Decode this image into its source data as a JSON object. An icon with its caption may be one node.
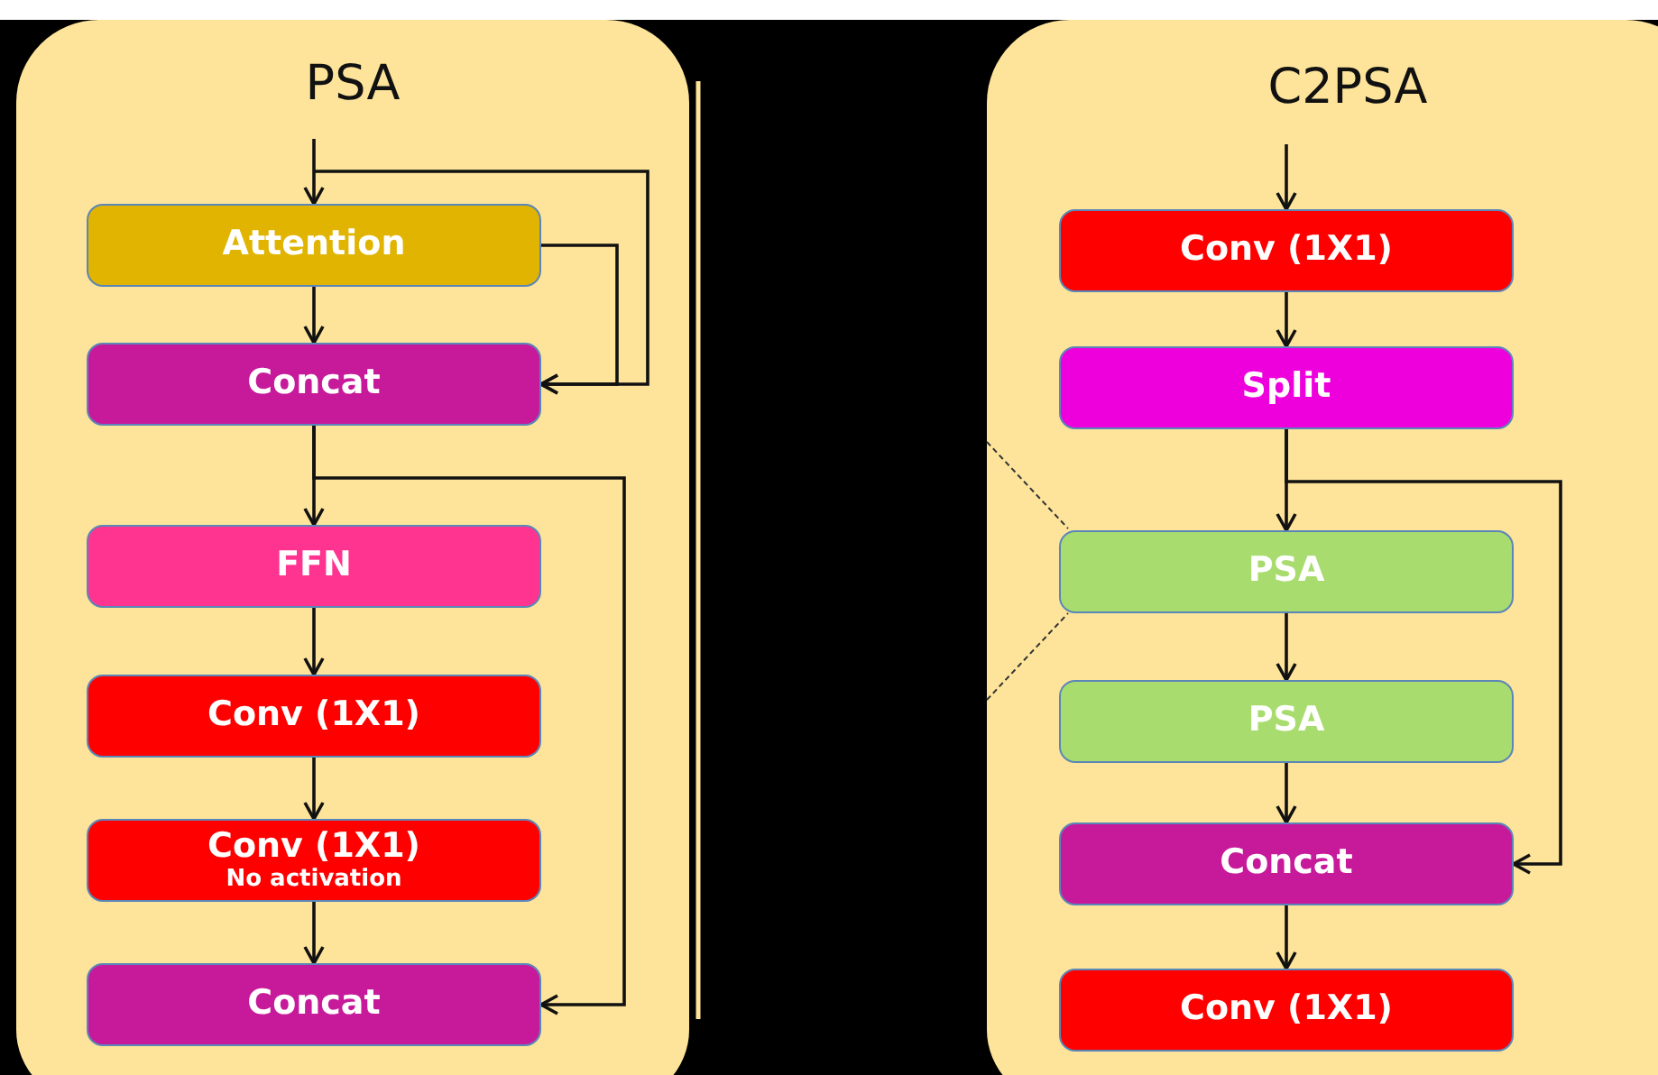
{
  "diagram": {
    "nodes": [
      {
        "text": [
          "PSA"
        ]
      },
      {
        "text": [
          "Attention"
        ],
        "in": 0
      },
      {
        "text": [
          "Concat"
        ],
        "in": 0
      },
      {
        "text": [
          "FFN"
        ],
        "in": 0
      },
      {
        "text": [
          "Conv (1X1)"
        ],
        "in": 0
      },
      {
        "text": [
          "Conv (1X1)",
          "No activation"
        ],
        "in": 0
      },
      {
        "text": [
          "Concat"
        ],
        "in": 0
      },
      {
        "text": [
          "C2PSA"
        ]
      },
      {
        "text": [
          "Conv (1X1)"
        ],
        "in": 7
      },
      {
        "text": [
          "Split"
        ],
        "in": 7
      },
      {
        "text": [
          "PSA"
        ],
        "in": 7
      },
      {
        "text": [
          "PSA"
        ],
        "in": 7
      },
      {
        "text": [
          "Concat"
        ],
        "in": 7
      },
      {
        "text": [
          "Conv (1X1)"
        ],
        "in": 7
      }
    ],
    "edges": [
      {
        "from": null,
        "to": 1,
        "arrow": "to"
      },
      {
        "from": 1,
        "to": 2,
        "arrow": "to"
      },
      {
        "from": null,
        "to": 2,
        "arrow": "to"
      },
      {
        "from": 1,
        "to": 2,
        "arrow": "to"
      },
      {
        "from": 2,
        "to": 3,
        "arrow": "to"
      },
      {
        "from": 2,
        "to": 6,
        "arrow": "to"
      },
      {
        "from": 3,
        "to": 4,
        "arrow": "to"
      },
      {
        "from": 4,
        "to": 5,
        "arrow": "to"
      },
      {
        "from": 5,
        "to": 6,
        "arrow": "to"
      },
      {
        "from": null,
        "to": 8,
        "arrow": "to"
      },
      {
        "from": 8,
        "to": 9,
        "arrow": "to"
      },
      {
        "from": 9,
        "to": 10,
        "arrow": "to"
      },
      {
        "from": 9,
        "to": 12,
        "arrow": "to"
      },
      {
        "from": 10,
        "to": 11,
        "arrow": "to"
      },
      {
        "from": 11,
        "to": 12,
        "arrow": "to"
      },
      {
        "from": 12,
        "to": 13,
        "arrow": "to"
      }
    ]
  }
}
